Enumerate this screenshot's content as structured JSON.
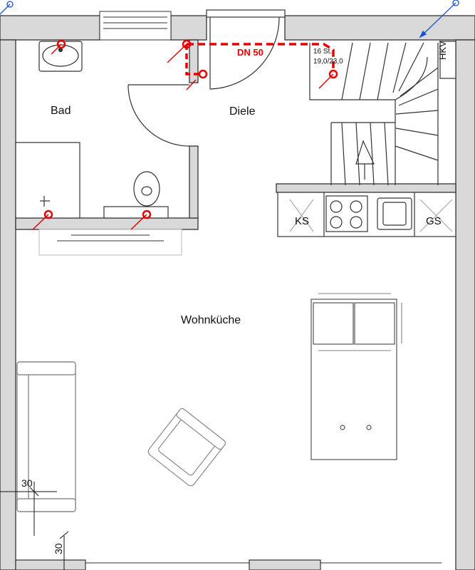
{
  "rooms": {
    "bath": "Bad",
    "hall": "Diele",
    "kitchen_living": "Wohnküche"
  },
  "pipe": {
    "label": "DN 50",
    "color": "#e60000"
  },
  "stairs": {
    "steps_label": "16 St.",
    "ratio_label": "19,0/23,0"
  },
  "appliances": {
    "fridge": "KS",
    "dishwasher": "GS",
    "heating": "HKV"
  },
  "dimensions": {
    "horizontal": "30",
    "vertical": "30"
  },
  "colors": {
    "wall_fill": "#d9d9d9",
    "line": "#333333",
    "annotation_blue": "#1a4fd6"
  }
}
